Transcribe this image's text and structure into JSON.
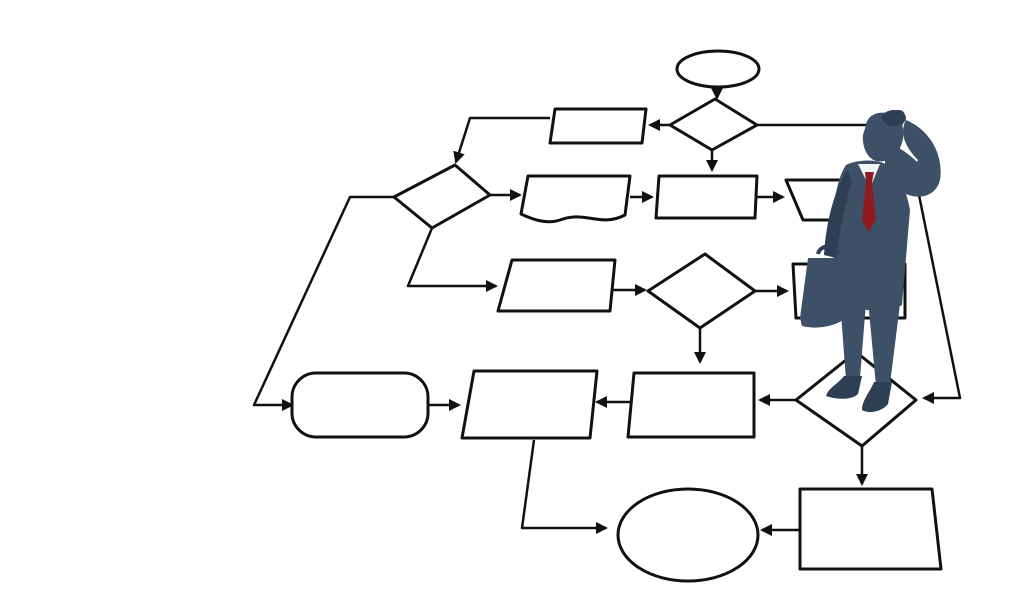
{
  "colors": {
    "background": "#ffffff",
    "stroke": "#111111",
    "suit": "#3d5068",
    "suit_dark": "#2e3f55",
    "shirt": "#f4f4f4",
    "tie": "#8e1b22"
  },
  "diagram": {
    "nodes": [
      {
        "id": "start-terminator",
        "shape": "ellipse",
        "text": ""
      },
      {
        "id": "decision-top",
        "shape": "diamond",
        "text": ""
      },
      {
        "id": "process-top",
        "shape": "rectangle",
        "text": ""
      },
      {
        "id": "decision-left",
        "shape": "diamond",
        "text": ""
      },
      {
        "id": "document-box",
        "shape": "document",
        "text": ""
      },
      {
        "id": "process-middle-1",
        "shape": "rectangle",
        "text": ""
      },
      {
        "id": "trapezoid-box",
        "shape": "trapezoid",
        "text": ""
      },
      {
        "id": "data-box",
        "shape": "parallelogram",
        "text": ""
      },
      {
        "id": "decision-middle",
        "shape": "diamond",
        "text": ""
      },
      {
        "id": "process-hidden-right",
        "shape": "rectangle",
        "text": ""
      },
      {
        "id": "rounded-box",
        "shape": "rounded-rectangle",
        "text": ""
      },
      {
        "id": "process-lower-1",
        "shape": "rectangle",
        "text": ""
      },
      {
        "id": "process-lower-2",
        "shape": "rectangle",
        "text": ""
      },
      {
        "id": "decision-bottom",
        "shape": "diamond",
        "text": ""
      },
      {
        "id": "end-connector",
        "shape": "circle",
        "text": ""
      },
      {
        "id": "process-bottom",
        "shape": "rectangle",
        "text": ""
      }
    ],
    "figure": {
      "subject": "businessman-silhouette",
      "pose": "scratching-head",
      "holding": "briefcase"
    }
  }
}
